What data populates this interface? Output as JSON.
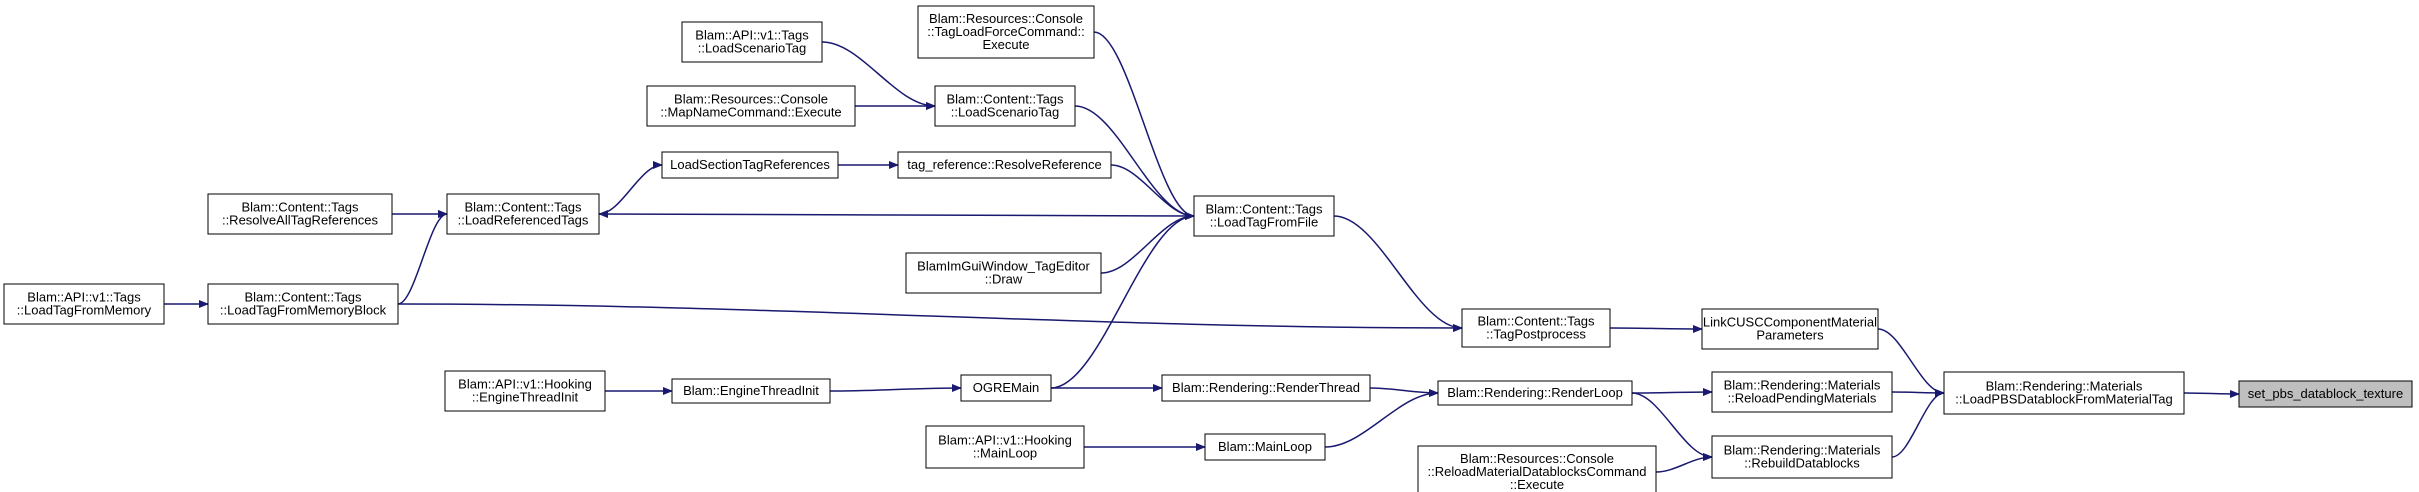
{
  "graph": {
    "type": "caller-graph",
    "colors": {
      "edge": "#191970",
      "node_border": "#000000",
      "node_fill": "#ffffff",
      "highlight_fill": "#bfbfbf"
    },
    "nodes": [
      {
        "id": "set_pbs",
        "lines": [
          "set_pbs_datablock_texture"
        ],
        "highlight": true
      },
      {
        "id": "LoadPBS",
        "lines": [
          "Blam::Rendering::Materials",
          "::LoadPBSDatablockFromMaterialTag"
        ]
      },
      {
        "id": "LinkCUSC",
        "lines": [
          "LinkCUSCComponentMaterial",
          "Parameters"
        ]
      },
      {
        "id": "ReloadPending",
        "lines": [
          "Blam::Rendering::Materials",
          "::ReloadPendingMaterials"
        ]
      },
      {
        "id": "RebuildDatablocks",
        "lines": [
          "Blam::Rendering::Materials",
          "::RebuildDatablocks"
        ]
      },
      {
        "id": "TagPostprocess",
        "lines": [
          "Blam::Content::Tags",
          "::TagPostprocess"
        ]
      },
      {
        "id": "RenderLoop",
        "lines": [
          "Blam::Rendering::RenderLoop"
        ]
      },
      {
        "id": "ReloadMaterialCmd",
        "lines": [
          "Blam::Resources::Console",
          "::ReloadMaterialDatablocksCommand",
          "::Execute"
        ]
      },
      {
        "id": "LoadTagFromFile",
        "lines": [
          "Blam::Content::Tags",
          "::LoadTagFromFile"
        ]
      },
      {
        "id": "LoadTagFromMemoryBlock",
        "lines": [
          "Blam::Content::Tags",
          "::LoadTagFromMemoryBlock"
        ]
      },
      {
        "id": "RenderThread",
        "lines": [
          "Blam::Rendering::RenderThread"
        ]
      },
      {
        "id": "MainLoop",
        "lines": [
          "Blam::MainLoop"
        ]
      },
      {
        "id": "OGREMain",
        "lines": [
          "OGREMain"
        ]
      },
      {
        "id": "EngineThreadInit",
        "lines": [
          "Blam::EngineThreadInit"
        ]
      },
      {
        "id": "HookingEngineThreadInit",
        "lines": [
          "Blam::API::v1::Hooking",
          "::EngineThreadInit"
        ]
      },
      {
        "id": "HookingMainLoop",
        "lines": [
          "Blam::API::v1::Hooking",
          "::MainLoop"
        ]
      },
      {
        "id": "BlamImGuiDraw",
        "lines": [
          "BlamImGuiWindow_TagEditor",
          "::Draw"
        ]
      },
      {
        "id": "ResolveReference",
        "lines": [
          "tag_reference::ResolveReference"
        ]
      },
      {
        "id": "LoadSectionTagReferences",
        "lines": [
          "LoadSectionTagReferences"
        ]
      },
      {
        "id": "LoadReferencedTags",
        "lines": [
          "Blam::Content::Tags",
          "::LoadReferencedTags"
        ]
      },
      {
        "id": "ResolveAllTagReferences",
        "lines": [
          "Blam::Content::Tags",
          "::ResolveAllTagReferences"
        ]
      },
      {
        "id": "LoadScenarioTag",
        "lines": [
          "Blam::Content::Tags",
          "::LoadScenarioTag"
        ]
      },
      {
        "id": "APILoadScenarioTag",
        "lines": [
          "Blam::API::v1::Tags",
          "::LoadScenarioTag"
        ]
      },
      {
        "id": "MapNameCommand",
        "lines": [
          "Blam::Resources::Console",
          "::MapNameCommand::Execute"
        ]
      },
      {
        "id": "TagLoadForceCommand",
        "lines": [
          "Blam::Resources::Console",
          "::TagLoadForceCommand::",
          "Execute"
        ]
      },
      {
        "id": "APILoadTagFromMemory",
        "lines": [
          "Blam::API::v1::Tags",
          "::LoadTagFromMemory"
        ]
      }
    ],
    "edges": [
      {
        "from": "LoadPBS",
        "to": "set_pbs"
      },
      {
        "from": "LinkCUSC",
        "to": "LoadPBS"
      },
      {
        "from": "ReloadPending",
        "to": "LoadPBS"
      },
      {
        "from": "RebuildDatablocks",
        "to": "LoadPBS"
      },
      {
        "from": "TagPostprocess",
        "to": "LinkCUSC"
      },
      {
        "from": "RenderLoop",
        "to": "ReloadPending"
      },
      {
        "from": "RenderLoop",
        "to": "RebuildDatablocks"
      },
      {
        "from": "ReloadMaterialCmd",
        "to": "RebuildDatablocks"
      },
      {
        "from": "LoadTagFromFile",
        "to": "TagPostprocess"
      },
      {
        "from": "LoadTagFromMemoryBlock",
        "to": "TagPostprocess"
      },
      {
        "from": "RenderThread",
        "to": "RenderLoop"
      },
      {
        "from": "MainLoop",
        "to": "RenderLoop"
      },
      {
        "from": "OGREMain",
        "to": "RenderThread"
      },
      {
        "from": "OGREMain",
        "to": "LoadTagFromFile"
      },
      {
        "from": "EngineThreadInit",
        "to": "OGREMain"
      },
      {
        "from": "HookingEngineThreadInit",
        "to": "EngineThreadInit"
      },
      {
        "from": "HookingMainLoop",
        "to": "MainLoop"
      },
      {
        "from": "BlamImGuiDraw",
        "to": "LoadTagFromFile"
      },
      {
        "from": "ResolveReference",
        "to": "LoadTagFromFile"
      },
      {
        "from": "LoadSectionTagReferences",
        "to": "ResolveReference"
      },
      {
        "from": "LoadReferencedTags",
        "to": "LoadSectionTagReferences"
      },
      {
        "from": "LoadTagFromFile",
        "to": "LoadReferencedTags"
      },
      {
        "from": "ResolveAllTagReferences",
        "to": "LoadReferencedTags"
      },
      {
        "from": "LoadTagFromMemoryBlock",
        "to": "LoadReferencedTags"
      },
      {
        "from": "APILoadTagFromMemory",
        "to": "LoadTagFromMemoryBlock"
      },
      {
        "from": "LoadScenarioTag",
        "to": "LoadTagFromFile"
      },
      {
        "from": "APILoadScenarioTag",
        "to": "LoadScenarioTag"
      },
      {
        "from": "MapNameCommand",
        "to": "LoadScenarioTag"
      },
      {
        "from": "TagLoadForceCommand",
        "to": "LoadTagFromFile"
      }
    ]
  }
}
